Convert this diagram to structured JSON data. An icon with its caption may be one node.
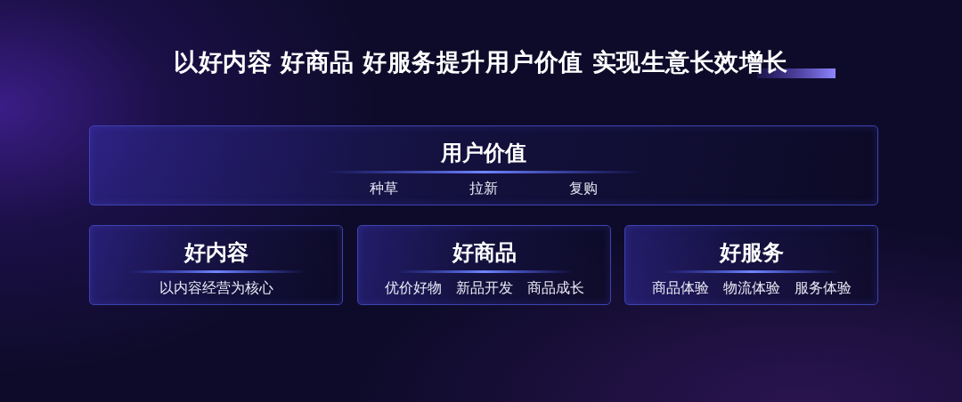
{
  "diagram": {
    "title": "以好内容 好商品 好服务提升用户价值 实现生意长效增长",
    "nodes": [
      {
        "text": [
          "用户价值",
          "种草",
          "拉新",
          "复购"
        ]
      },
      {
        "text": [
          "好内容",
          "以内容经营为核心"
        ]
      },
      {
        "text": [
          "好商品",
          "优价好物",
          "新品开发",
          "商品成长"
        ]
      },
      {
        "text": [
          "好服务",
          "商品体验",
          "物流体验",
          "服务体验"
        ]
      }
    ]
  }
}
